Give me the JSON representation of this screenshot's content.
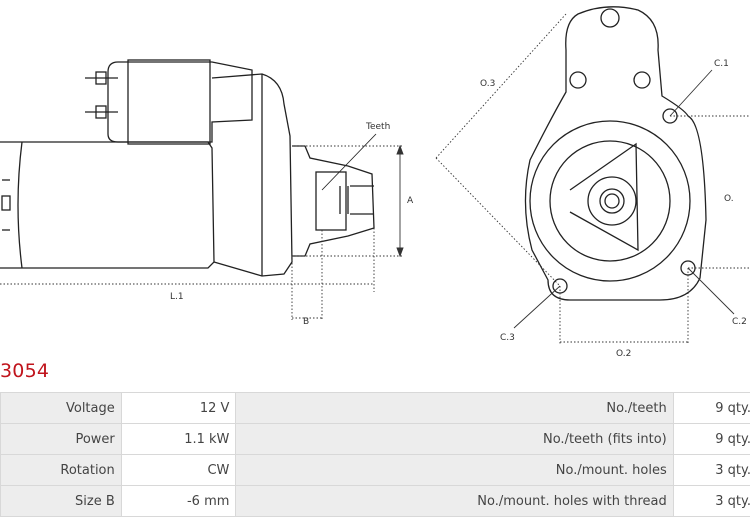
{
  "drawing": {
    "labels": {
      "teeth": "Teeth",
      "a": "A",
      "b": "B",
      "l1": "L.1",
      "o2": "O.2",
      "o3": "O.3",
      "o1": "O.",
      "c1": "C.1",
      "c2": "C.2",
      "c3": "C.3"
    }
  },
  "part_number": "3054",
  "specs": [
    {
      "left_label": "Voltage",
      "left_value": "12 V",
      "right_label": "No./teeth",
      "right_value": "9 qty."
    },
    {
      "left_label": "Power",
      "left_value": "1.1 kW",
      "right_label": "No./teeth (fits into)",
      "right_value": "9 qty."
    },
    {
      "left_label": "Rotation",
      "left_value": "CW",
      "right_label": "No./mount. holes",
      "right_value": "3 qty."
    },
    {
      "left_label": "Size B",
      "left_value": "-6 mm",
      "right_label": "No./mount. holes with thread",
      "right_value": "3 qty."
    }
  ]
}
